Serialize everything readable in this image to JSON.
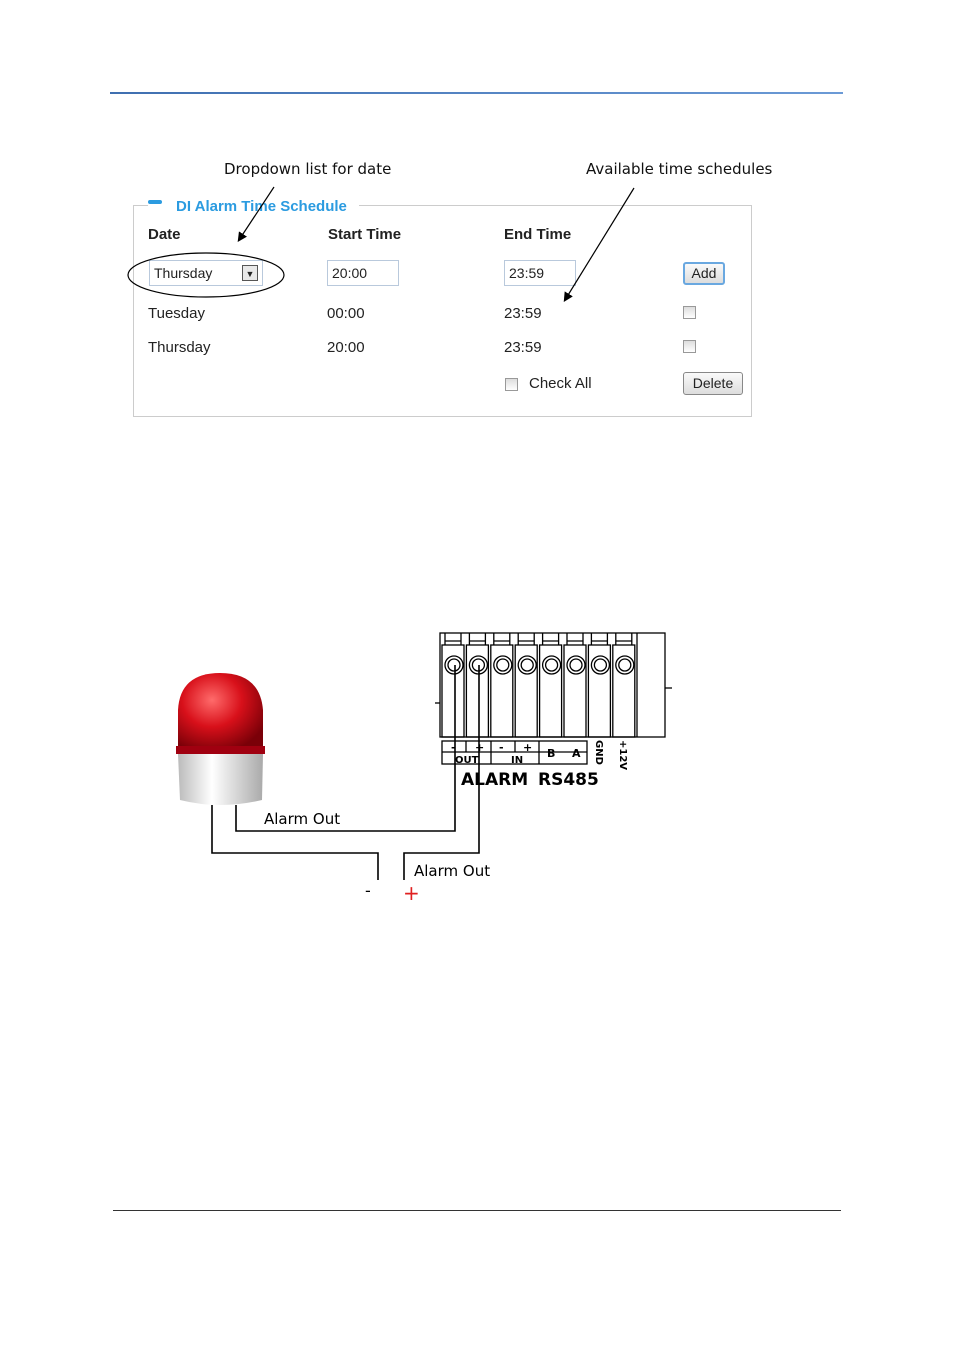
{
  "annotations": {
    "dropdown": "Dropdown list for date",
    "schedules": "Available time schedules"
  },
  "panel": {
    "title": "DI Alarm Time Schedule",
    "headers": {
      "date": "Date",
      "start": "Start Time",
      "end": "End Time"
    },
    "new_entry": {
      "date": "Thursday",
      "start": "20:00",
      "end": "23:59",
      "add_label": "Add"
    },
    "rows": [
      {
        "date": "Tuesday",
        "start": "00:00",
        "end": "23:59",
        "checked": false
      },
      {
        "date": "Thursday",
        "start": "20:00",
        "end": "23:59",
        "checked": false
      }
    ],
    "check_all_label": "Check All",
    "delete_label": "Delete"
  },
  "diagram": {
    "terminal_labels": {
      "out_minus": "-",
      "out_plus": "+",
      "in_minus": "-",
      "in_plus": "+",
      "b": "B",
      "a": "A",
      "gnd": "GND",
      "v12": "+12V",
      "out": "OUT",
      "in": "IN"
    },
    "group_labels": {
      "alarm": "ALARM",
      "rs485": "RS485"
    },
    "wire_labels": {
      "alarm_out_1": "Alarm Out",
      "alarm_out_2": "Alarm Out"
    },
    "polarity": {
      "minus": "-",
      "plus": "+"
    },
    "colors": {
      "plus": "#e02020",
      "light_red": "#d8101a"
    }
  }
}
